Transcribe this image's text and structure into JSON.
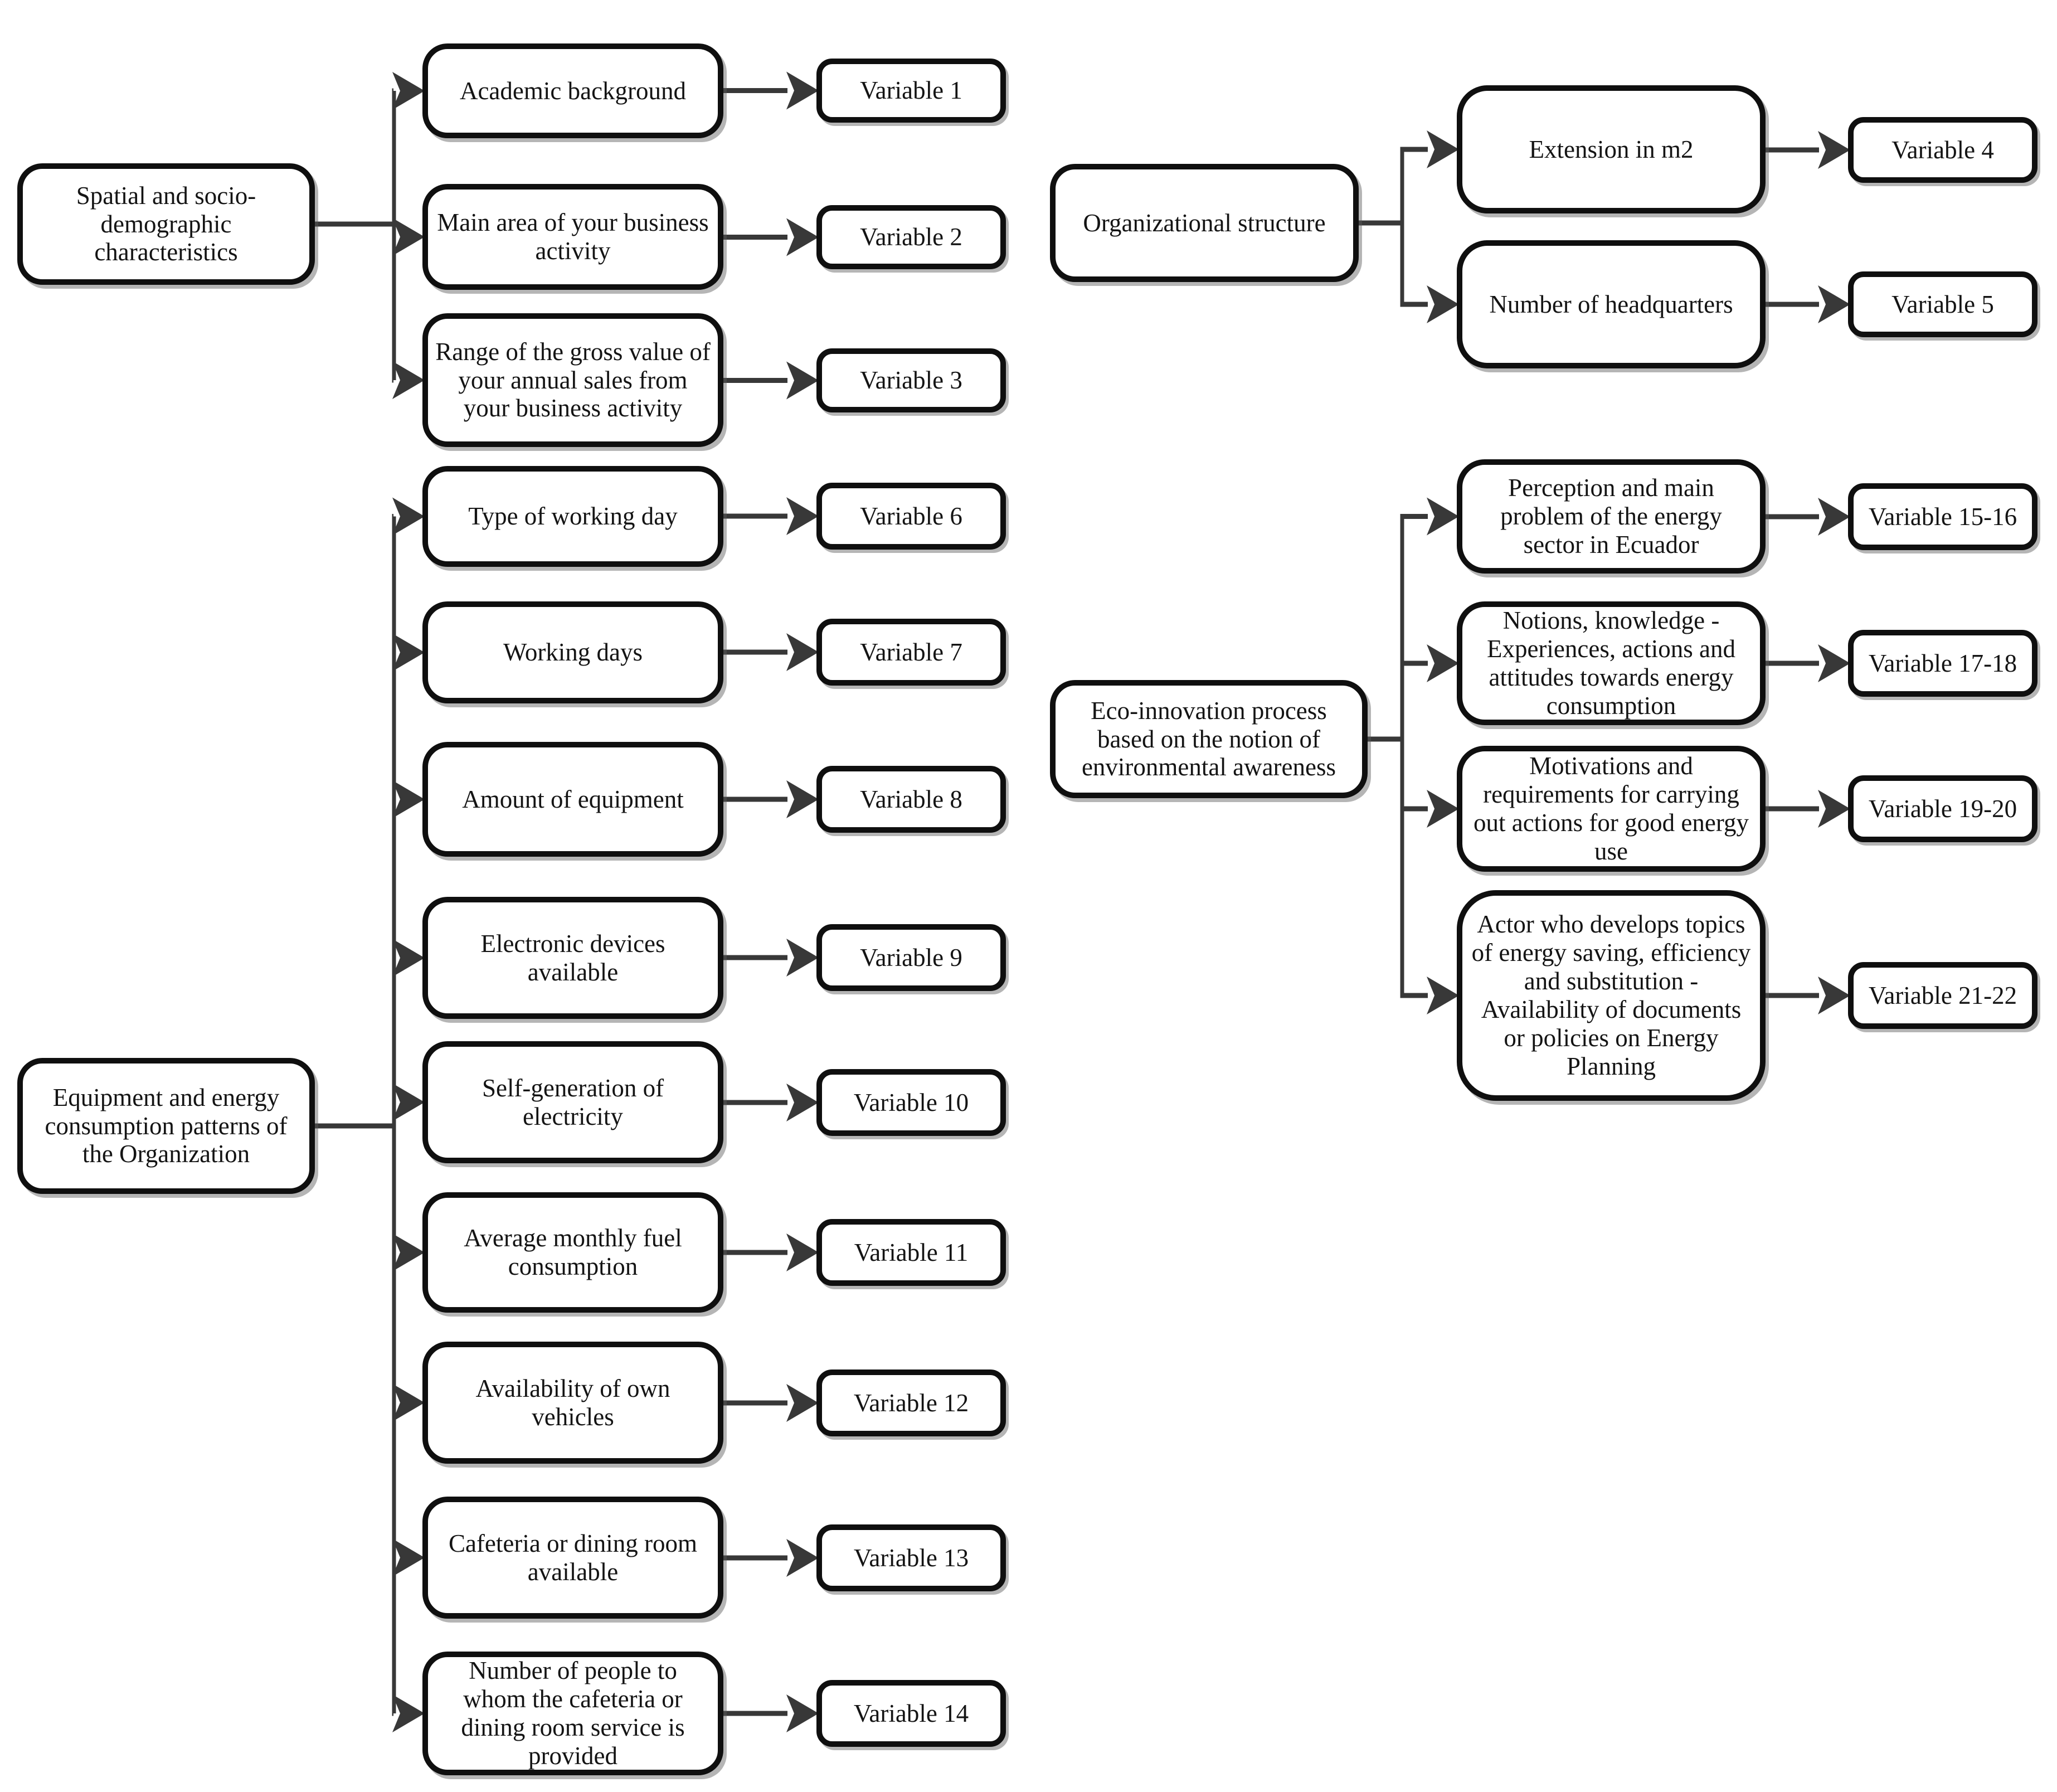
{
  "diagram": {
    "background_color": "#ffffff",
    "box_fill_color": "#ffffff",
    "box_border_color": "#0f0f0f",
    "text_color": "#141414",
    "connector_color": "#383838",
    "groups": [
      {
        "parent": {
          "label": "Spatial and socio-demographic characteristics"
        },
        "children": [
          {
            "label": "Academic background",
            "variable": "Variable 1"
          },
          {
            "label": "Main area of your business activity",
            "variable": "Variable 2"
          },
          {
            "label": "Range of the gross value of your annual sales from your business activity",
            "variable": "Variable 3"
          }
        ]
      },
      {
        "parent": {
          "label": "Organizational structure"
        },
        "children": [
          {
            "label": "Extension in m2",
            "variable": "Variable 4"
          },
          {
            "label": "Number of headquarters",
            "variable": "Variable 5"
          }
        ]
      },
      {
        "parent": {
          "label": "Equipment and energy consumption patterns of the Organization"
        },
        "children": [
          {
            "label": "Type of working day",
            "variable": "Variable 6"
          },
          {
            "label": "Working days",
            "variable": "Variable 7"
          },
          {
            "label": "Amount of equipment",
            "variable": "Variable 8"
          },
          {
            "label": "Electronic devices available",
            "variable": "Variable 9"
          },
          {
            "label": "Self-generation of electricity",
            "variable": "Variable 10"
          },
          {
            "label": "Average monthly fuel consumption",
            "variable": "Variable 11"
          },
          {
            "label": "Availability of own vehicles",
            "variable": "Variable 12"
          },
          {
            "label": "Cafeteria or dining room available",
            "variable": "Variable 13"
          },
          {
            "label": "Number of people to whom the cafeteria or dining room service is provided",
            "variable": "Variable 14"
          }
        ]
      },
      {
        "parent": {
          "label": "Eco-innovation process based on the notion of environmental awareness"
        },
        "children": [
          {
            "label": "Perception and main problem of the energy sector in Ecuador",
            "variable": "Variable 15-16"
          },
          {
            "label": "Notions, knowledge - Experiences, actions and attitudes towards energy consumption",
            "variable": "Variable 17-18"
          },
          {
            "label": "Motivations and requirements for carrying out actions for good energy use",
            "variable": "Variable 19-20"
          },
          {
            "label": "Actor who develops topics of energy saving, efficiency and substitution - Availability of documents or policies on Energy Planning",
            "variable": "Variable 21-22"
          }
        ]
      }
    ]
  }
}
